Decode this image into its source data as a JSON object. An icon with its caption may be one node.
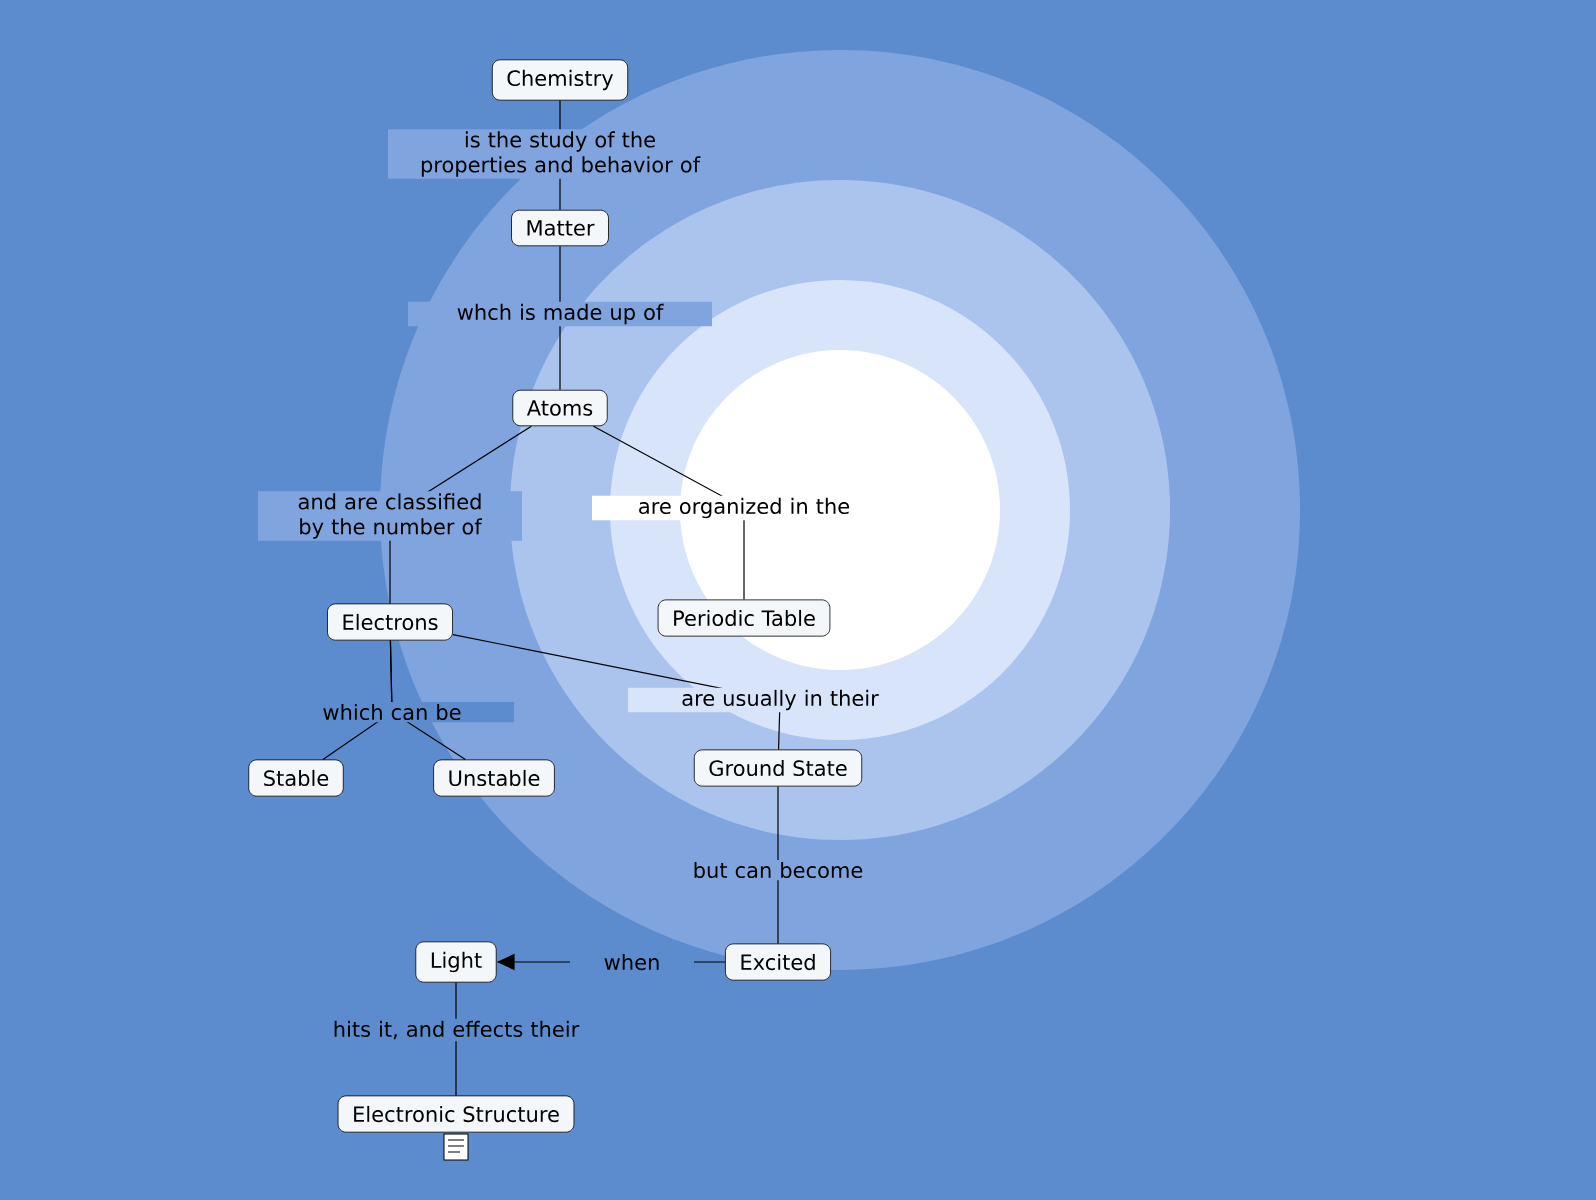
{
  "diagram": {
    "nodes": [
      {
        "text": [
          "Chemistry"
        ]
      },
      {
        "text": [
          "Matter"
        ]
      },
      {
        "text": [
          "Atoms"
        ]
      },
      {
        "text": [
          "Electrons"
        ]
      },
      {
        "text": [
          "Periodic Table"
        ]
      },
      {
        "text": [
          "Stable"
        ]
      },
      {
        "text": [
          "Unstable"
        ]
      },
      {
        "text": [
          "Ground State"
        ]
      },
      {
        "text": [
          "Excited"
        ]
      },
      {
        "text": [
          "Light"
        ]
      },
      {
        "text": [
          "Electronic Structure"
        ]
      }
    ],
    "edges": [
      {
        "from": 0,
        "to": 1,
        "arrow": "none",
        "label": "is the study of the properties and behavior of"
      },
      {
        "from": 1,
        "to": 2,
        "arrow": "none",
        "label": "whch is made up of"
      },
      {
        "from": 2,
        "to": 3,
        "arrow": "none",
        "label": "and are classified by the number of"
      },
      {
        "from": 2,
        "to": 4,
        "arrow": "none",
        "label": "are organized in the"
      },
      {
        "from": 3,
        "to": 5,
        "arrow": "none",
        "label": "which can be"
      },
      {
        "from": 3,
        "to": 6,
        "arrow": "none"
      },
      {
        "from": 3,
        "to": 7,
        "arrow": "none",
        "label": "are usually in their"
      },
      {
        "from": 7,
        "to": 8,
        "arrow": "none",
        "label": "but can become"
      },
      {
        "from": 8,
        "to": 9,
        "arrow": "to",
        "label": "when"
      },
      {
        "from": 9,
        "to": 10,
        "arrow": "none",
        "label": "hits it, and effects their"
      }
    ]
  }
}
